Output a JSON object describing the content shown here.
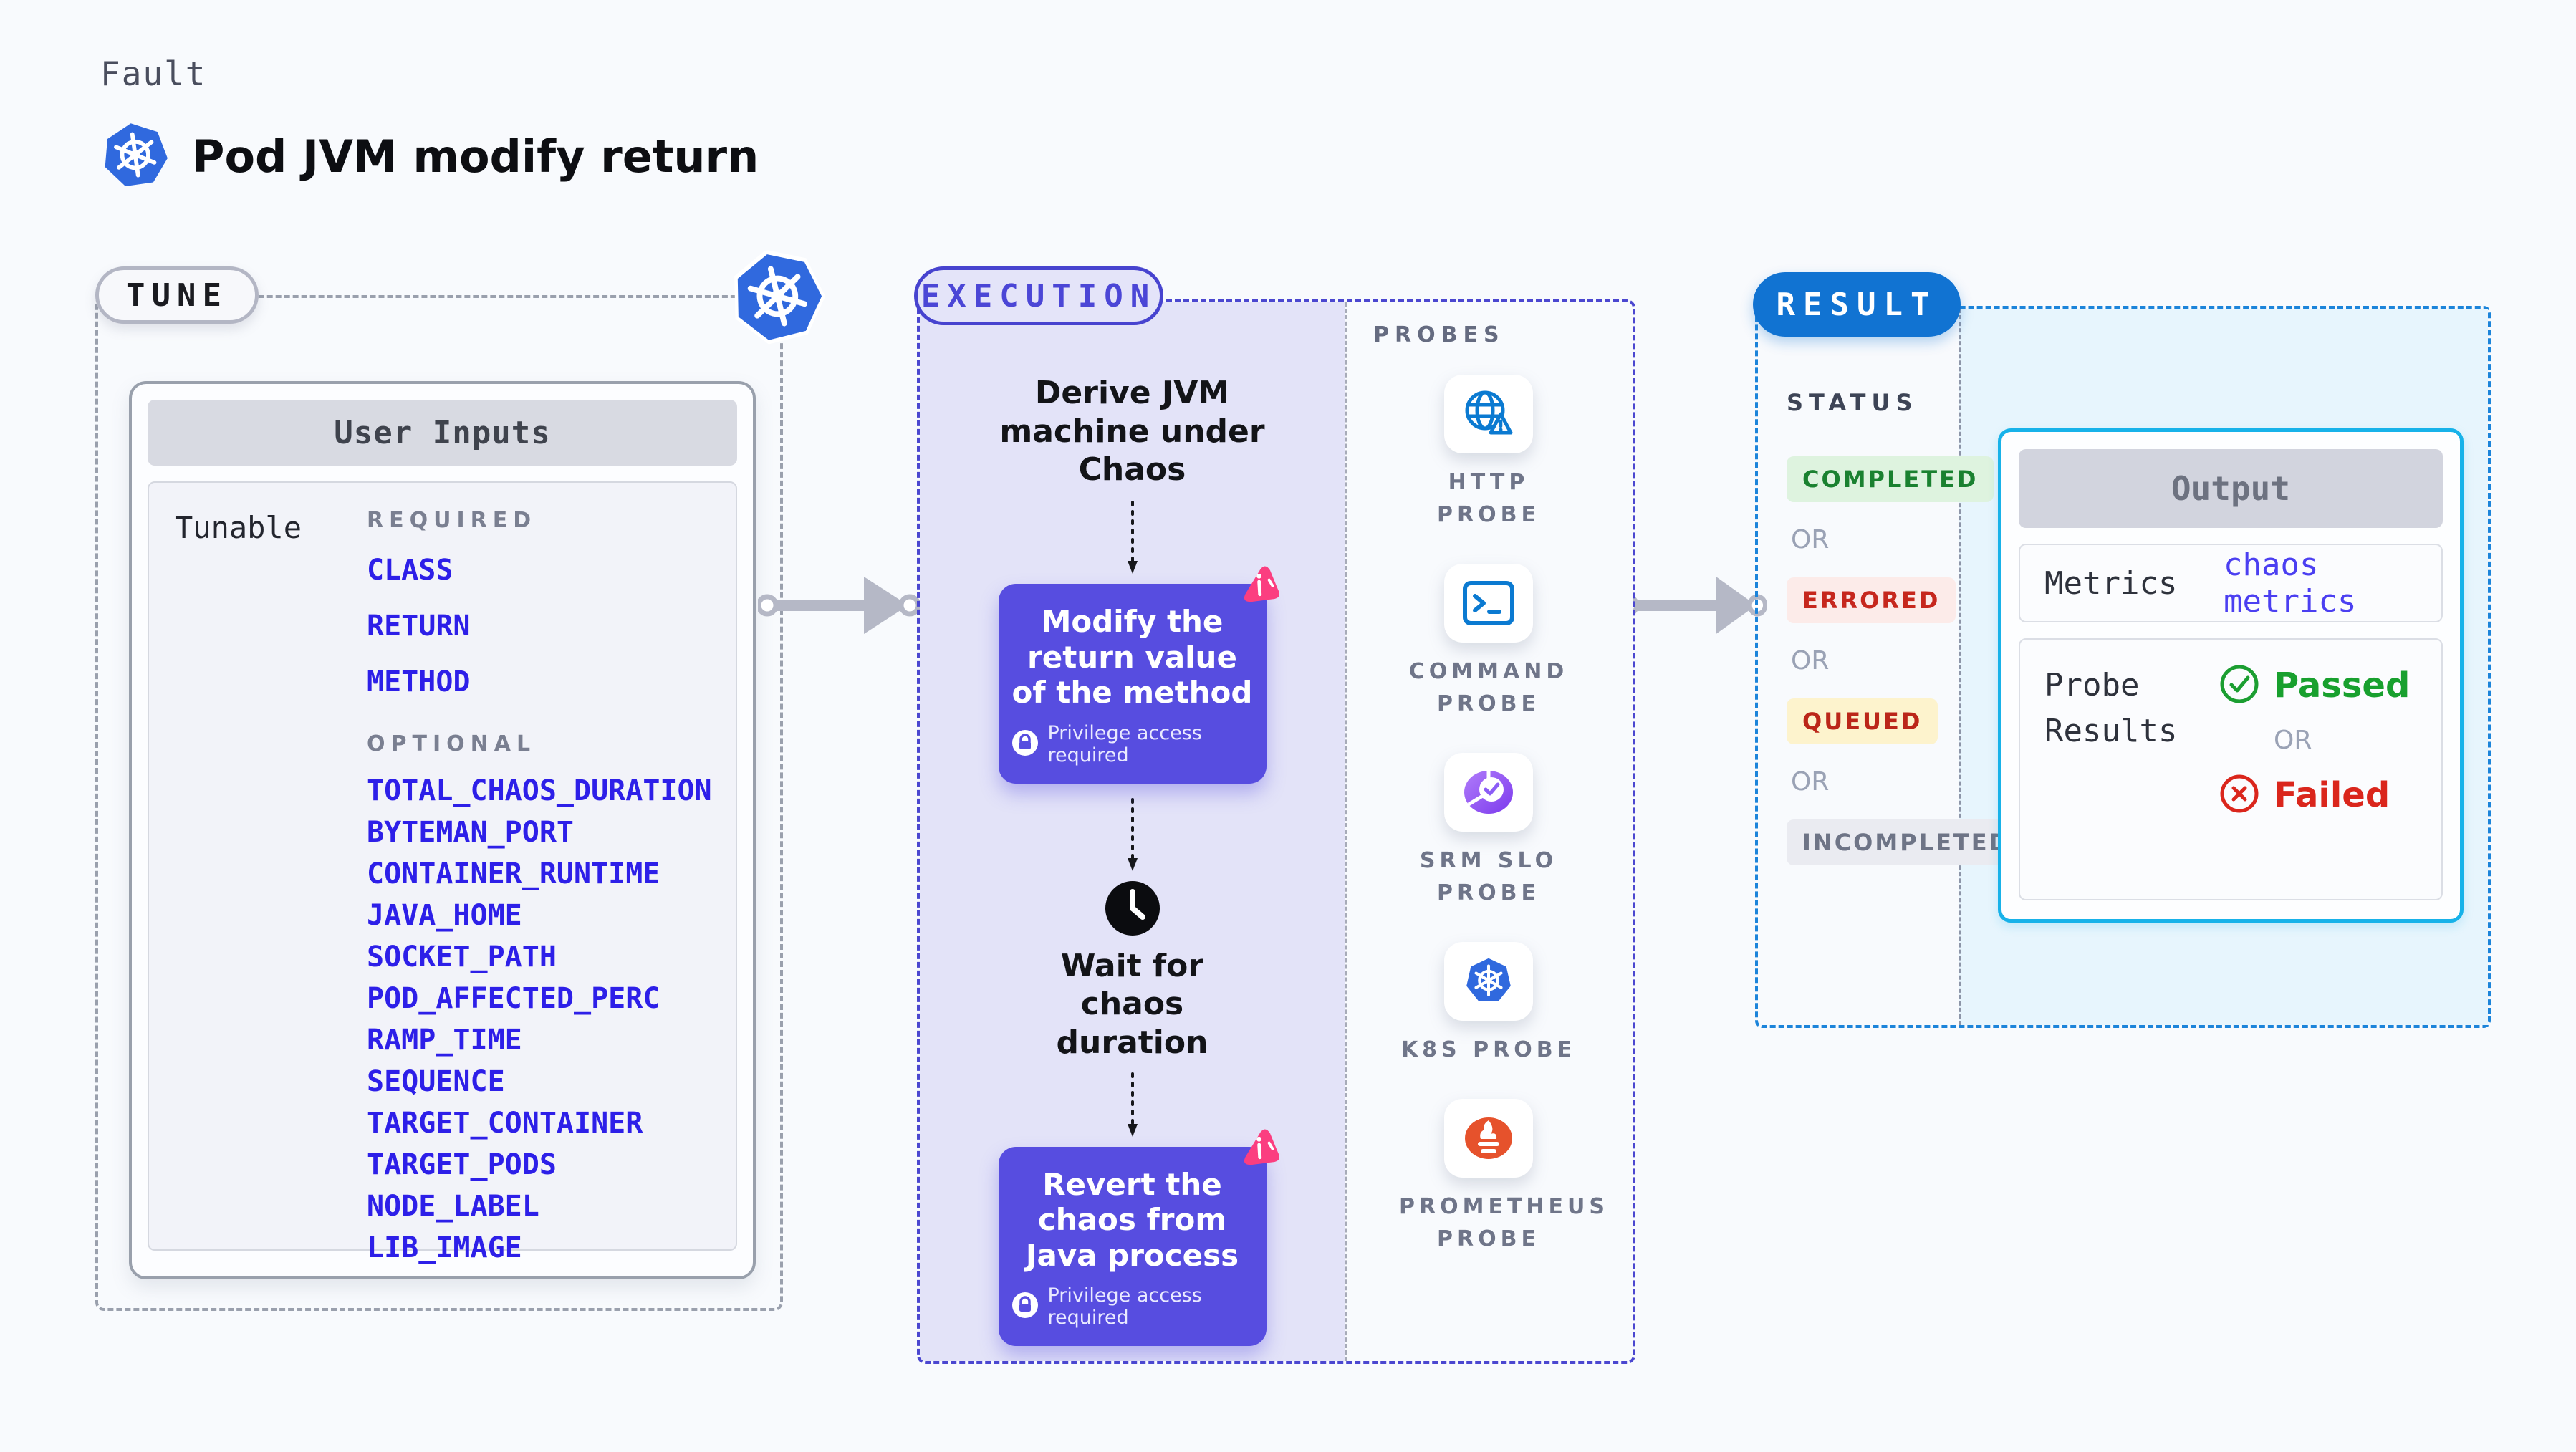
{
  "header": {
    "eyebrow": "Fault",
    "title": "Pod JVM modify return"
  },
  "tune": {
    "badge": "TUNE",
    "card_title": "User Inputs",
    "row_label": "Tunable",
    "groups": [
      {
        "label": "REQUIRED",
        "items": [
          "CLASS",
          "RETURN",
          "METHOD"
        ]
      },
      {
        "label": "OPTIONAL",
        "items": [
          "TOTAL_CHAOS_DURATION",
          "BYTEMAN_PORT",
          "CONTAINER_RUNTIME",
          "JAVA_HOME",
          "SOCKET_PATH",
          "POD_AFFECTED_PERC",
          "RAMP_TIME",
          "SEQUENCE",
          "TARGET_CONTAINER",
          "TARGET_PODS",
          "NODE_LABEL",
          "LIB_IMAGE"
        ]
      }
    ]
  },
  "execution": {
    "badge": "EXECUTION",
    "steps": {
      "derive": "Derive JVM machine under Chaos",
      "modify": "Modify the return value of the method",
      "wait": "Wait for chaos duration",
      "revert": "Revert the chaos from Java process",
      "privilege_note": "Privilege access required"
    },
    "probes": {
      "label": "PROBES",
      "items": [
        {
          "name": "HTTP PROBE",
          "icon": "globe-alert-icon"
        },
        {
          "name": "COMMAND PROBE",
          "icon": "terminal-icon"
        },
        {
          "name": "SRM SLO PROBE",
          "icon": "slo-pie-icon"
        },
        {
          "name": "K8S PROBE",
          "icon": "kubernetes-icon"
        },
        {
          "name": "PROMETHEUS PROBE",
          "icon": "prometheus-icon"
        }
      ]
    }
  },
  "result": {
    "badge": "RESULT",
    "status_label": "STATUS",
    "or_label": "OR",
    "statuses": [
      {
        "label": "COMPLETED",
        "fg": "#1a8130",
        "bg": "#def3df"
      },
      {
        "label": "ERRORED",
        "fg": "#c6271d",
        "bg": "#fcebe9"
      },
      {
        "label": "QUEUED",
        "fg": "#bb2619",
        "bg": "#fdf3cd"
      },
      {
        "label": "INCOMPLETED",
        "fg": "#6e7486",
        "bg": "#eaebf1"
      }
    ],
    "output": {
      "title": "Output",
      "metrics_label": "Metrics",
      "metrics_value": "chaos metrics",
      "probe_results_label": "Probe Results",
      "or_label": "OR",
      "passed": "Passed",
      "failed": "Failed"
    }
  },
  "colors": {
    "page_bg": "#f8fafd",
    "accent_indigo": "#574de0",
    "exec_panel_bg": "#e3e3f8",
    "tunable_link": "#2d1fe8",
    "result_blue": "#1173d2",
    "output_border_cyan": "#17b2e9",
    "result_panel_bg": "#e7f5fd",
    "kubernetes_blue": "#3069de",
    "probe_icon_blue": "#0b7ad1",
    "prometheus_orange": "#e6522c",
    "chaos_pink": "#fb3e80",
    "arrow_gray": "#b5b8c6"
  }
}
